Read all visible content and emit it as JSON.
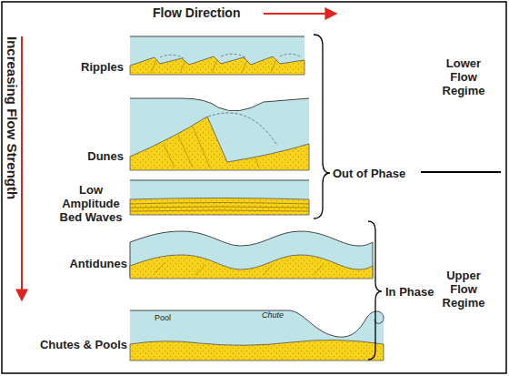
{
  "diagram": {
    "labels": [
      "Flow Direction",
      "Increasing Flow Strength",
      "Ripples",
      "Dunes",
      "Low Amplitude Bed Waves",
      "Antidunes",
      "Chutes & Pools",
      "Out of Phase",
      "In Phase",
      "Lower Flow Regime",
      "Upper Flow Regime",
      "Pool",
      "Chute"
    ]
  }
}
